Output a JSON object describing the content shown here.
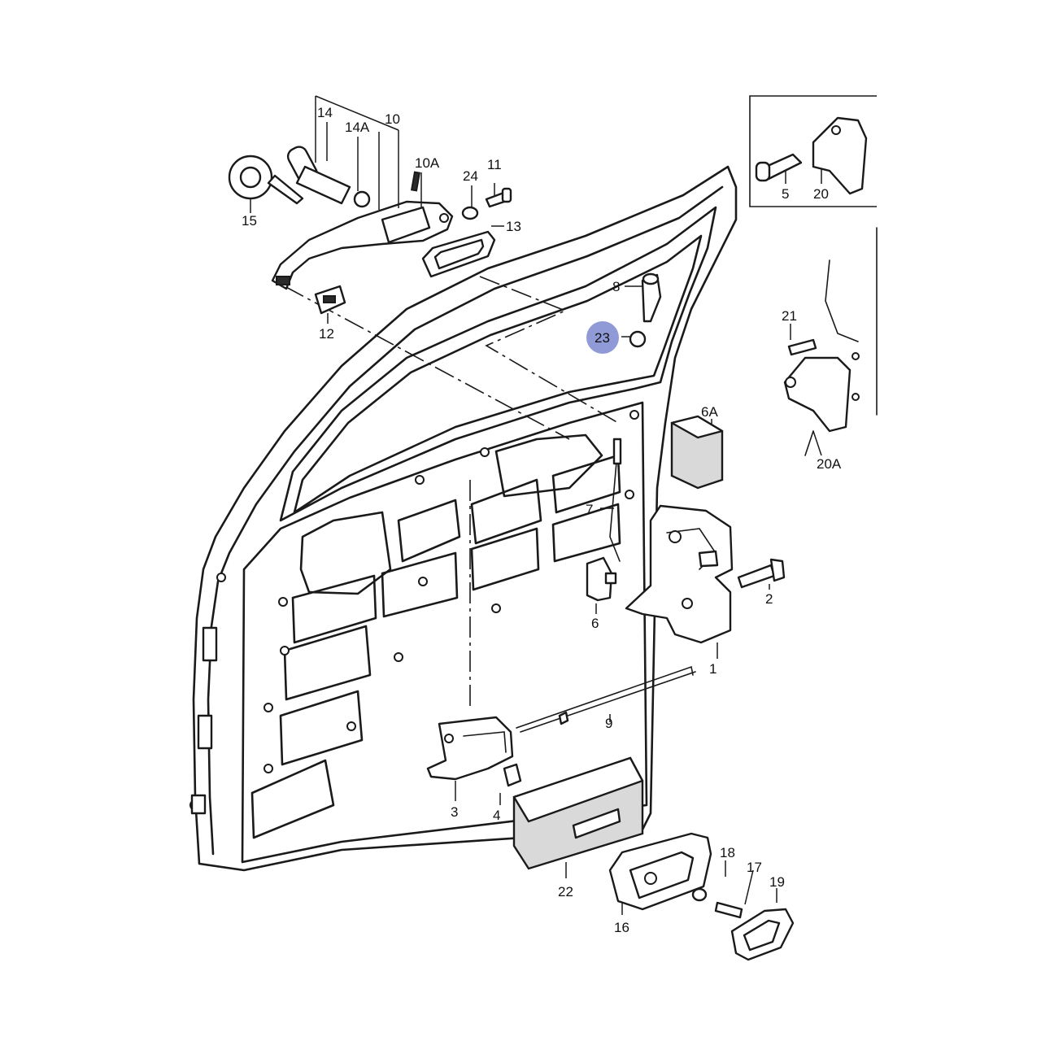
{
  "highlight_color": "#8f9ad6",
  "labels": {
    "p1": "1",
    "p2": "2",
    "p3": "3",
    "p4": "4",
    "p5": "5",
    "p6": "6",
    "p6a": "6A",
    "p7": "7",
    "p8": "8",
    "p9": "9",
    "p10": "10",
    "p10a": "10A",
    "p11": "11",
    "p12": "12",
    "p13": "13",
    "p14": "14",
    "p14a": "14A",
    "p15": "15",
    "p16": "16",
    "p17": "17",
    "p18": "18",
    "p19": "19",
    "p20": "20",
    "p20a": "20A",
    "p21": "21",
    "p22": "22",
    "p23": "23",
    "p24": "24"
  }
}
